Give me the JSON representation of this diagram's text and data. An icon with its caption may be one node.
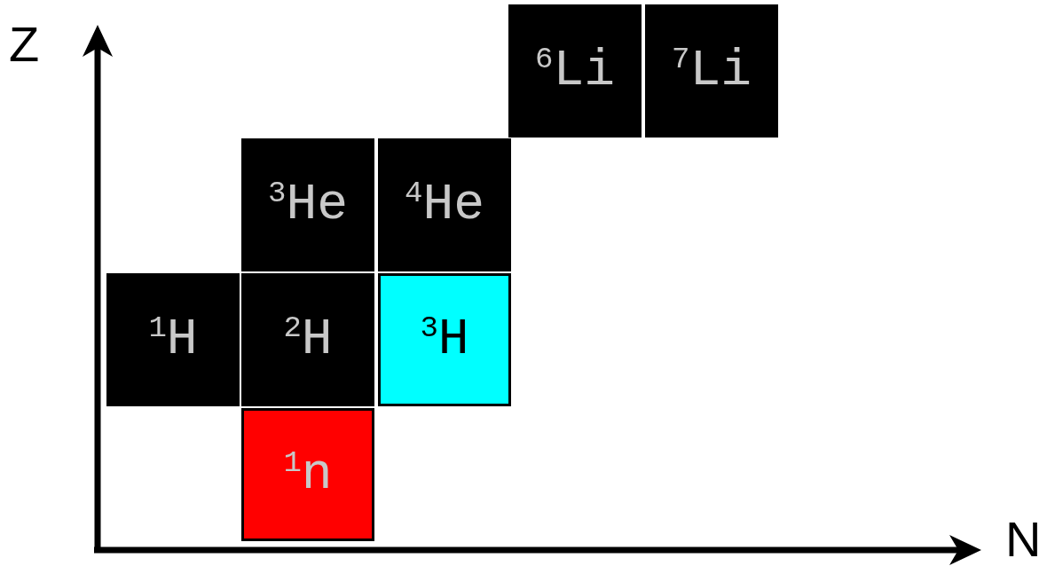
{
  "diagram": {
    "nodes": [
      {
        "text": [
          "$^{6}$Li"
        ]
      },
      {
        "text": [
          "$^{7}$Li"
        ]
      },
      {
        "text": [
          "$^{3}$He"
        ]
      },
      {
        "text": [
          "$^{4}$He"
        ]
      },
      {
        "text": [
          "$^{1}$H"
        ]
      },
      {
        "text": [
          "$^{2}$H"
        ]
      },
      {
        "text": [
          "$^{3}$H"
        ]
      },
      {
        "text": [
          "$^{1}$n"
        ]
      }
    ],
    "labels": [
      "Z",
      "N"
    ]
  }
}
